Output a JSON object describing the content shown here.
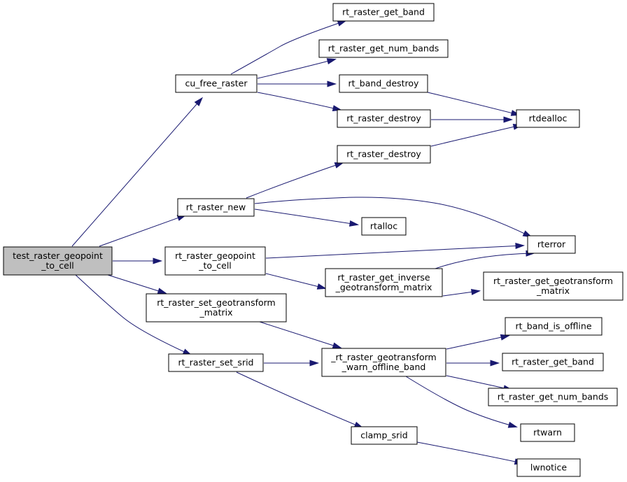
{
  "graph": {
    "nodes": [
      {
        "id": "test_raster_geopoint_to_cell",
        "lines": [
          "test_raster_geopoint",
          "_to_cell"
        ],
        "root": true
      },
      {
        "id": "cu_free_raster",
        "lines": [
          "cu_free_raster"
        ]
      },
      {
        "id": "rt_raster_get_band_1",
        "lines": [
          "rt_raster_get_band"
        ]
      },
      {
        "id": "rt_raster_get_num_bands_1",
        "lines": [
          "rt_raster_get_num_bands"
        ]
      },
      {
        "id": "rt_band_destroy",
        "lines": [
          "rt_band_destroy"
        ]
      },
      {
        "id": "rt_raster_destroy_1",
        "lines": [
          "rt_raster_destroy"
        ]
      },
      {
        "id": "rtdealloc",
        "lines": [
          "rtdealloc"
        ]
      },
      {
        "id": "rt_raster_destroy_2",
        "lines": [
          "rt_raster_destroy"
        ]
      },
      {
        "id": "rt_raster_new",
        "lines": [
          "rt_raster_new"
        ]
      },
      {
        "id": "rtalloc",
        "lines": [
          "rtalloc"
        ]
      },
      {
        "id": "rterror",
        "lines": [
          "rterror"
        ]
      },
      {
        "id": "rt_raster_geopoint_to_cell",
        "lines": [
          "rt_raster_geopoint",
          "_to_cell"
        ]
      },
      {
        "id": "rt_raster_get_inverse_geotransform_matrix",
        "lines": [
          "rt_raster_get_inverse",
          "_geotransform_matrix"
        ]
      },
      {
        "id": "rt_raster_get_geotransform_matrix",
        "lines": [
          "rt_raster_get_geotransform",
          "_matrix"
        ]
      },
      {
        "id": "rt_raster_set_geotransform_matrix",
        "lines": [
          "rt_raster_set_geotransform",
          "_matrix"
        ]
      },
      {
        "id": "_rt_raster_geotransform_warn_offline_band",
        "lines": [
          "_rt_raster_geotransform",
          "_warn_offline_band"
        ]
      },
      {
        "id": "rt_band_is_offline",
        "lines": [
          "rt_band_is_offline"
        ]
      },
      {
        "id": "rt_raster_get_band_2",
        "lines": [
          "rt_raster_get_band"
        ]
      },
      {
        "id": "rt_raster_get_num_bands_2",
        "lines": [
          "rt_raster_get_num_bands"
        ]
      },
      {
        "id": "rtwarn",
        "lines": [
          "rtwarn"
        ]
      },
      {
        "id": "rt_raster_set_srid",
        "lines": [
          "rt_raster_set_srid"
        ]
      },
      {
        "id": "clamp_srid",
        "lines": [
          "clamp_srid"
        ]
      },
      {
        "id": "lwnotice",
        "lines": [
          "lwnotice"
        ]
      }
    ],
    "edges": [
      {
        "from": "test_raster_geopoint_to_cell",
        "to": "cu_free_raster"
      },
      {
        "from": "test_raster_geopoint_to_cell",
        "to": "rt_raster_new"
      },
      {
        "from": "test_raster_geopoint_to_cell",
        "to": "rt_raster_geopoint_to_cell"
      },
      {
        "from": "test_raster_geopoint_to_cell",
        "to": "rt_raster_set_geotransform_matrix"
      },
      {
        "from": "test_raster_geopoint_to_cell",
        "to": "rt_raster_set_srid"
      },
      {
        "from": "cu_free_raster",
        "to": "rt_raster_get_band_1"
      },
      {
        "from": "cu_free_raster",
        "to": "rt_raster_get_num_bands_1"
      },
      {
        "from": "cu_free_raster",
        "to": "rt_band_destroy"
      },
      {
        "from": "cu_free_raster",
        "to": "rt_raster_destroy_1"
      },
      {
        "from": "rt_band_destroy",
        "to": "rtdealloc"
      },
      {
        "from": "rt_raster_destroy_1",
        "to": "rtdealloc"
      },
      {
        "from": "rt_raster_destroy_2",
        "to": "rtdealloc"
      },
      {
        "from": "rt_raster_new",
        "to": "rt_raster_destroy_2"
      },
      {
        "from": "rt_raster_new",
        "to": "rtalloc"
      },
      {
        "from": "rt_raster_new",
        "to": "rterror"
      },
      {
        "from": "rt_raster_geopoint_to_cell",
        "to": "rterror"
      },
      {
        "from": "rt_raster_geopoint_to_cell",
        "to": "rt_raster_get_inverse_geotransform_matrix"
      },
      {
        "from": "rt_raster_get_inverse_geotransform_matrix",
        "to": "rterror"
      },
      {
        "from": "rt_raster_get_inverse_geotransform_matrix",
        "to": "rt_raster_get_geotransform_matrix"
      },
      {
        "from": "rt_raster_set_geotransform_matrix",
        "to": "_rt_raster_geotransform_warn_offline_band"
      },
      {
        "from": "rt_raster_set_srid",
        "to": "_rt_raster_geotransform_warn_offline_band"
      },
      {
        "from": "rt_raster_set_srid",
        "to": "clamp_srid"
      },
      {
        "from": "_rt_raster_geotransform_warn_offline_band",
        "to": "rt_band_is_offline"
      },
      {
        "from": "_rt_raster_geotransform_warn_offline_band",
        "to": "rt_raster_get_band_2"
      },
      {
        "from": "_rt_raster_geotransform_warn_offline_band",
        "to": "rt_raster_get_num_bands_2"
      },
      {
        "from": "_rt_raster_geotransform_warn_offline_band",
        "to": "rtwarn"
      },
      {
        "from": "clamp_srid",
        "to": "lwnotice"
      }
    ]
  }
}
